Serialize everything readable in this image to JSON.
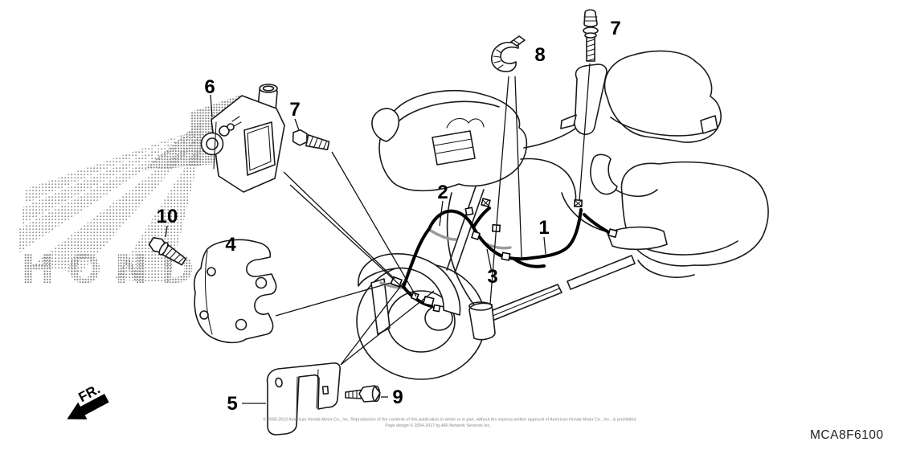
{
  "diagram": {
    "code": "MCA8F6100",
    "watermark": "HONDA",
    "fr_label": "FR.",
    "copyright_line1": "© 2008-2013 American Honda Motor Co., Inc. Reproduction of the contents of this publication in whole or in part, without the express written approval of American Honda Motor Co., Inc., is prohibited.",
    "copyright_line2": "Page design © 2004-2017 by ARI Network Services Inc.",
    "callouts": {
      "c1": "1",
      "c2": "2",
      "c3": "3",
      "c4": "4",
      "c5": "5",
      "c6": "6",
      "c7_left": "7",
      "c7_top": "7",
      "c8": "8",
      "c9": "9",
      "c10": "10"
    },
    "colors": {
      "line": "#1a1a1a",
      "harness": "#000000",
      "harness_accent": "#9b9b9b",
      "watermark_dots": "#8f8f8f",
      "copyright_text": "#8a8a8a",
      "background": "#ffffff"
    }
  }
}
